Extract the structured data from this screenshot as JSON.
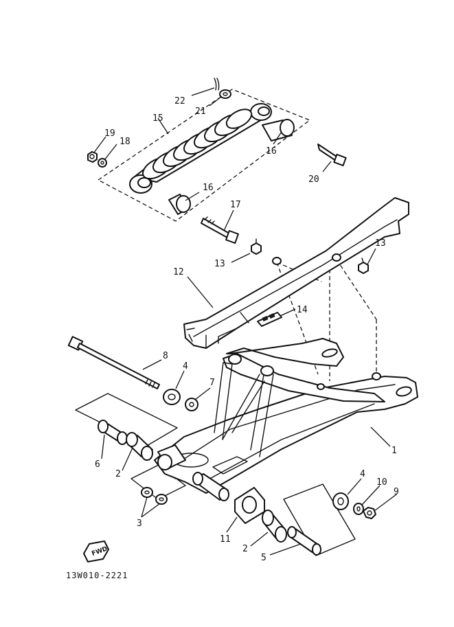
{
  "diagram": {
    "figure_code": "13W010-2221",
    "fwd_label": "FWD",
    "callouts": [
      {
        "id": "c1",
        "text": "1"
      },
      {
        "id": "c2a",
        "text": "2"
      },
      {
        "id": "c2b",
        "text": "2"
      },
      {
        "id": "c3",
        "text": "3"
      },
      {
        "id": "c4a",
        "text": "4"
      },
      {
        "id": "c4b",
        "text": "4"
      },
      {
        "id": "c5",
        "text": "5"
      },
      {
        "id": "c6",
        "text": "6"
      },
      {
        "id": "c7",
        "text": "7"
      },
      {
        "id": "c8",
        "text": "8"
      },
      {
        "id": "c9",
        "text": "9"
      },
      {
        "id": "c10",
        "text": "10"
      },
      {
        "id": "c11",
        "text": "11"
      },
      {
        "id": "c12",
        "text": "12"
      },
      {
        "id": "c13a",
        "text": "13"
      },
      {
        "id": "c13b",
        "text": "13"
      },
      {
        "id": "c14",
        "text": "14"
      },
      {
        "id": "c15",
        "text": "15"
      },
      {
        "id": "c16a",
        "text": "16"
      },
      {
        "id": "c16b",
        "text": "16"
      },
      {
        "id": "c17",
        "text": "17"
      },
      {
        "id": "c18",
        "text": "18"
      },
      {
        "id": "c19",
        "text": "19"
      },
      {
        "id": "c20",
        "text": "20"
      },
      {
        "id": "c21",
        "text": "21"
      },
      {
        "id": "c22",
        "text": "22"
      }
    ]
  }
}
